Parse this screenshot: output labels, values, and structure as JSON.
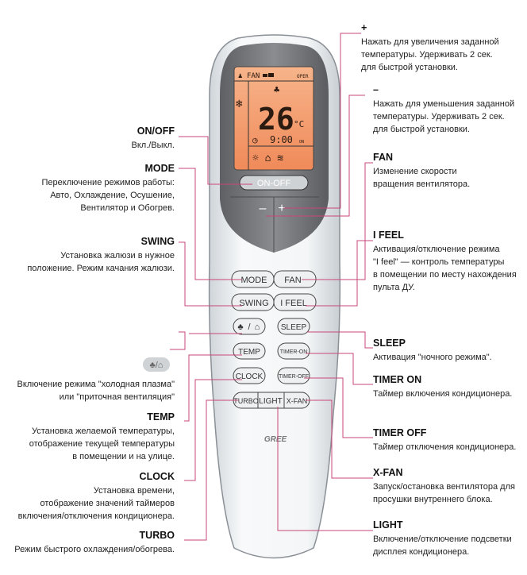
{
  "right": [
    {
      "id": "plus",
      "title": "+",
      "lines": [
        "Нажать для увеличения заданной",
        "температуры. Удерживать 2 сек.",
        "для быстрой установки."
      ]
    },
    {
      "id": "minus",
      "title": "–",
      "lines": [
        "Нажать для уменьшения заданной",
        "температуры. Удерживать 2 сек.",
        "для быстрой установки."
      ]
    },
    {
      "id": "fan",
      "title": "FAN",
      "lines": [
        "Изменение скорости",
        "вращения вентилятора."
      ]
    },
    {
      "id": "ifeel",
      "title": "I FEEL",
      "lines": [
        "Активация/отключение режима",
        "\"I feel\" — контроль температуры",
        "в помещении по месту нахождения",
        "пульта ДУ."
      ]
    },
    {
      "id": "sleep",
      "title": "SLEEP",
      "lines": [
        "Активация \"ночного режима\"."
      ]
    },
    {
      "id": "timeron",
      "title": "TIMER ON",
      "lines": [
        "Таймер включения кондиционера."
      ]
    },
    {
      "id": "timeroff",
      "title": "TIMER OFF",
      "lines": [
        "Таймер отключения кондиционера."
      ]
    },
    {
      "id": "xfan",
      "title": "X-FAN",
      "lines": [
        "Запуск/остановка вентилятора для",
        "просушки внутреннего блока."
      ]
    },
    {
      "id": "light",
      "title": "LIGHT",
      "lines": [
        "Включение/отключение подсветки",
        "дисплея кондиционера."
      ]
    }
  ],
  "left": [
    {
      "id": "onoff",
      "title": "ON/OFF",
      "lines": [
        "Вкл./Выкл."
      ]
    },
    {
      "id": "mode",
      "title": "MODE",
      "lines": [
        "Переключение режимов работы:",
        "Авто, Охлаждение, Осушение,",
        "Вентилятор и Обогрев."
      ]
    },
    {
      "id": "swing",
      "title": "SWING",
      "lines": [
        "Установка жалюзи в нужное",
        "положение. Режим качания жалюзи."
      ]
    },
    {
      "id": "plasma",
      "title": "",
      "lines": [
        "Включение режима \"холодная плазма\"",
        "или \"приточная вентиляция\""
      ]
    },
    {
      "id": "temp",
      "title": "TEMP",
      "lines": [
        "Установка желаемой температуры,",
        "отображение текущей температуры",
        "в помещении и на улице."
      ]
    },
    {
      "id": "clock",
      "title": "CLOCK",
      "lines": [
        "Установка времени,",
        "отображение значений таймеров",
        "включения/отключения кондиционера."
      ]
    },
    {
      "id": "turbo",
      "title": "TURBO",
      "lines": [
        "Режим быстрого охлаждения/обогрева."
      ]
    }
  ],
  "remote": {
    "lcd": {
      "fan": "FAN",
      "temp": "26",
      "unit": "°C",
      "time": "9:00",
      "on": "ON",
      "oper": "OPER"
    },
    "buttons": {
      "onoff": "ON-OFF",
      "minus": "–",
      "plus": "+",
      "mode": "MODE",
      "fan": "FAN",
      "swing": "SWING",
      "ifeel": "I FEEL",
      "plasma": "/",
      "sleep": "SLEEP",
      "temp": "TEMP",
      "timeron": "TIMER-ON",
      "clock": "CLOCK",
      "timeroff": "TIMER-OFF",
      "turbo": "TURBO",
      "light": "LIGHT",
      "xfan": "X-FAN"
    },
    "brand": "GREE"
  },
  "colors": {
    "leader": "#c8477a",
    "lcd": "#f59a6a",
    "body": "#e9edf0",
    "top": "#7d7f83"
  }
}
